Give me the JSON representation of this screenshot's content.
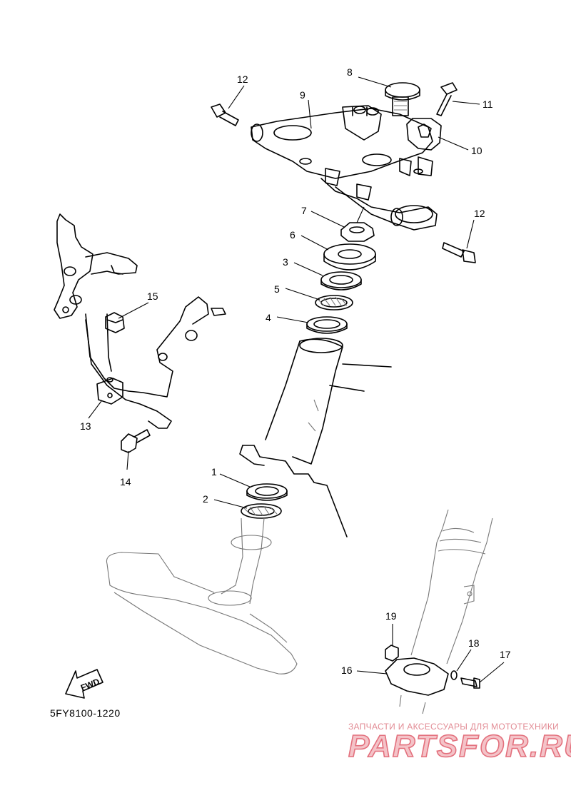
{
  "diagram": {
    "code": "5FY8100-1220",
    "fwd_label": "FWD",
    "callouts": [
      {
        "id": "c1",
        "label": "1"
      },
      {
        "id": "c2",
        "label": "2"
      },
      {
        "id": "c3",
        "label": "3"
      },
      {
        "id": "c4",
        "label": "4"
      },
      {
        "id": "c5",
        "label": "5"
      },
      {
        "id": "c6",
        "label": "6"
      },
      {
        "id": "c7",
        "label": "7"
      },
      {
        "id": "c8",
        "label": "8"
      },
      {
        "id": "c9",
        "label": "9"
      },
      {
        "id": "c10",
        "label": "10"
      },
      {
        "id": "c11",
        "label": "11"
      },
      {
        "id": "c12a",
        "label": "12"
      },
      {
        "id": "c12b",
        "label": "12"
      },
      {
        "id": "c13",
        "label": "13"
      },
      {
        "id": "c14",
        "label": "14"
      },
      {
        "id": "c15",
        "label": "15"
      },
      {
        "id": "c16",
        "label": "16"
      },
      {
        "id": "c17",
        "label": "17"
      },
      {
        "id": "c18",
        "label": "18"
      },
      {
        "id": "c19",
        "label": "19"
      }
    ]
  },
  "watermark": {
    "tagline": "ЗАПЧАСТИ И АКСЕССУАРЫ ДЛЯ МОТОТЕХНИКИ",
    "brand": "PARTSFOR.RU",
    "colors": {
      "fill": "#f4c3c8",
      "stroke": "#e3707d",
      "tagline": "#e28b94"
    }
  }
}
